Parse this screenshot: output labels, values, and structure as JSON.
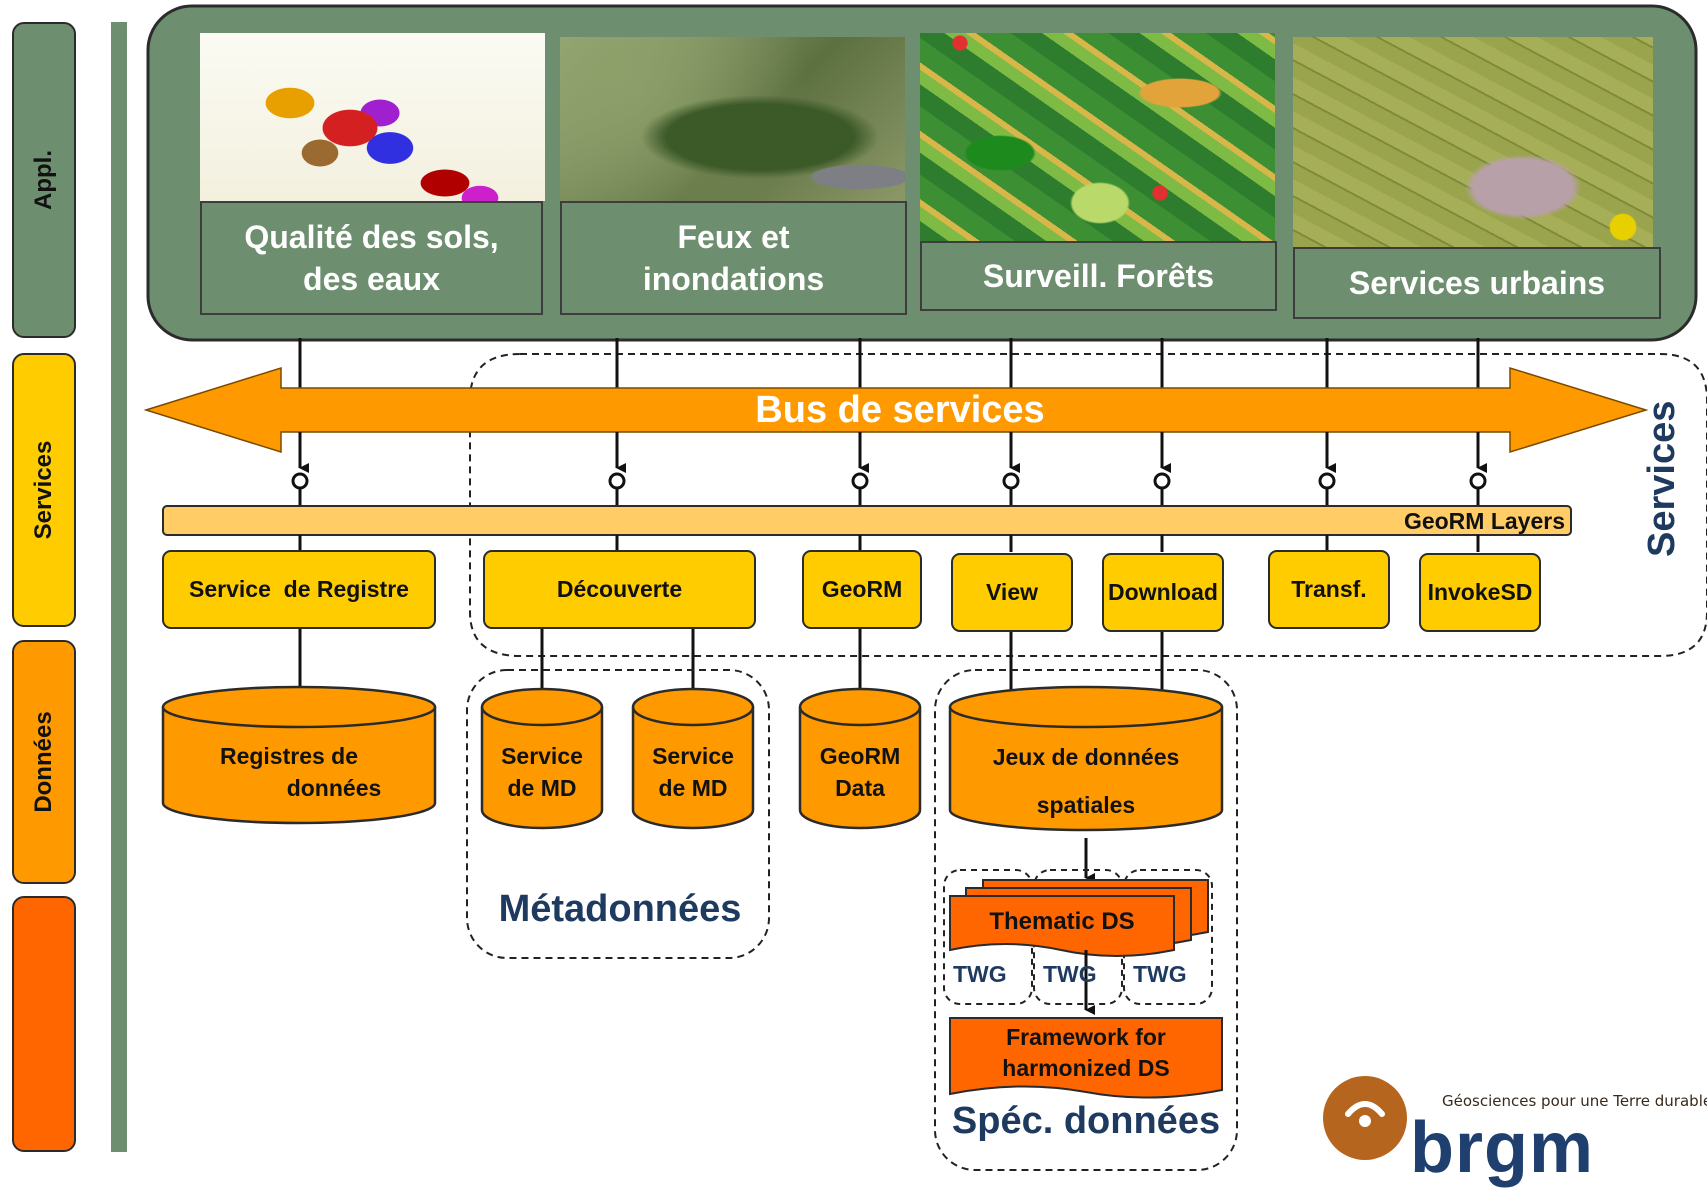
{
  "side_tabs": [
    {
      "label": "Appl.",
      "color": "#6e8f6f"
    },
    {
      "label": "Services",
      "color": "#ffcc00"
    },
    {
      "label": "Données",
      "color": "#ff9900"
    },
    {
      "label": "",
      "color": "#ff6600"
    }
  ],
  "applications": [
    {
      "label": "Qualité des sols, des eaux",
      "image": "soil-water-quality-map"
    },
    {
      "label": "Feux et inondations",
      "image": "fire-flood-aerial-map"
    },
    {
      "label": "Surveill. Forêts",
      "image": "forest-landcover-map"
    },
    {
      "label": "Services urbains",
      "image": "urban-services-map"
    }
  ],
  "bus": {
    "label": "Bus de services"
  },
  "georm_layers": {
    "label": "GeoRM Layers"
  },
  "services": [
    {
      "label": "Service  de Registre"
    },
    {
      "label": "Découverte"
    },
    {
      "label": "GeoRM"
    },
    {
      "label": "View"
    },
    {
      "label": "Download"
    },
    {
      "label": "Transf."
    },
    {
      "label": "InvokeSD"
    }
  ],
  "services_group_label": "Services",
  "data_stores": [
    {
      "line1": "Registres de",
      "line2": "données"
    },
    {
      "line1": "Service",
      "line2": "de MD"
    },
    {
      "line1": "Service",
      "line2": "de MD"
    },
    {
      "line1": "GeoRM",
      "line2": "Data"
    },
    {
      "line1": "Jeux de données",
      "line2": "spatiales"
    }
  ],
  "metadata_group_label": "Métadonnées",
  "spec_group_label": "Spéc. données",
  "thematic_ds": {
    "label": "Thematic DS"
  },
  "twg_labels": [
    "TWG",
    "TWG",
    "TWG"
  ],
  "framework": {
    "line1": "Framework for",
    "line2": "harmonized DS"
  },
  "logo": {
    "tagline": "Géosciences pour une Terre durable",
    "wordmark": "brgm"
  },
  "colors": {
    "green": "#6e8f6f",
    "bus_orange": "#ff9900",
    "service_yellow": "#ffcc00",
    "layers_band": "#ffcc66",
    "data_orange": "#ff9900",
    "spec_orange": "#ff6600",
    "brand_brown": "#b5651d",
    "label_blue": "#1f3a5f"
  }
}
